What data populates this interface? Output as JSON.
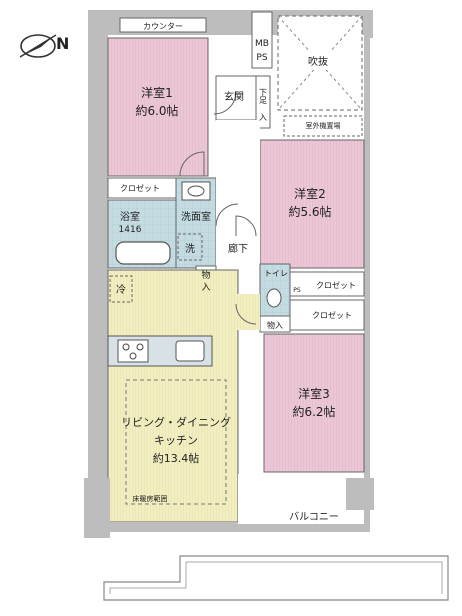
{
  "compass": {
    "label": "N"
  },
  "rooms": {
    "western1": {
      "name": "洋室1",
      "size": "約6.0帖"
    },
    "western2": {
      "name": "洋室2",
      "size": "約5.6帖"
    },
    "western3": {
      "name": "洋室3",
      "size": "約6.2帖"
    },
    "ldk": {
      "name1": "リビング・ダイニング",
      "name2": "キッチン",
      "size": "約13.4帖"
    }
  },
  "labels": {
    "counter": "カウンター",
    "mb": "MB",
    "ps": "PS",
    "ps2": "PS",
    "fukinuke": "吹抜",
    "genkan": "玄関",
    "shitaashi1": "下足",
    "shitaashi2": "入",
    "outdoor_unit": "室外機置場",
    "closet1": "クロゼット",
    "closet2": "クロゼット",
    "closet3": "クロゼット",
    "bath": "浴室",
    "bath_size": "1416",
    "washroom": "洗面室",
    "washer": "洗",
    "hallway": "廊下",
    "storage1a": "物",
    "storage1b": "入",
    "storage2": "物入",
    "toilet": "トイレ",
    "fridge": "冷",
    "floor_heating": "床暖房範囲",
    "balcony": "バルコニー"
  }
}
